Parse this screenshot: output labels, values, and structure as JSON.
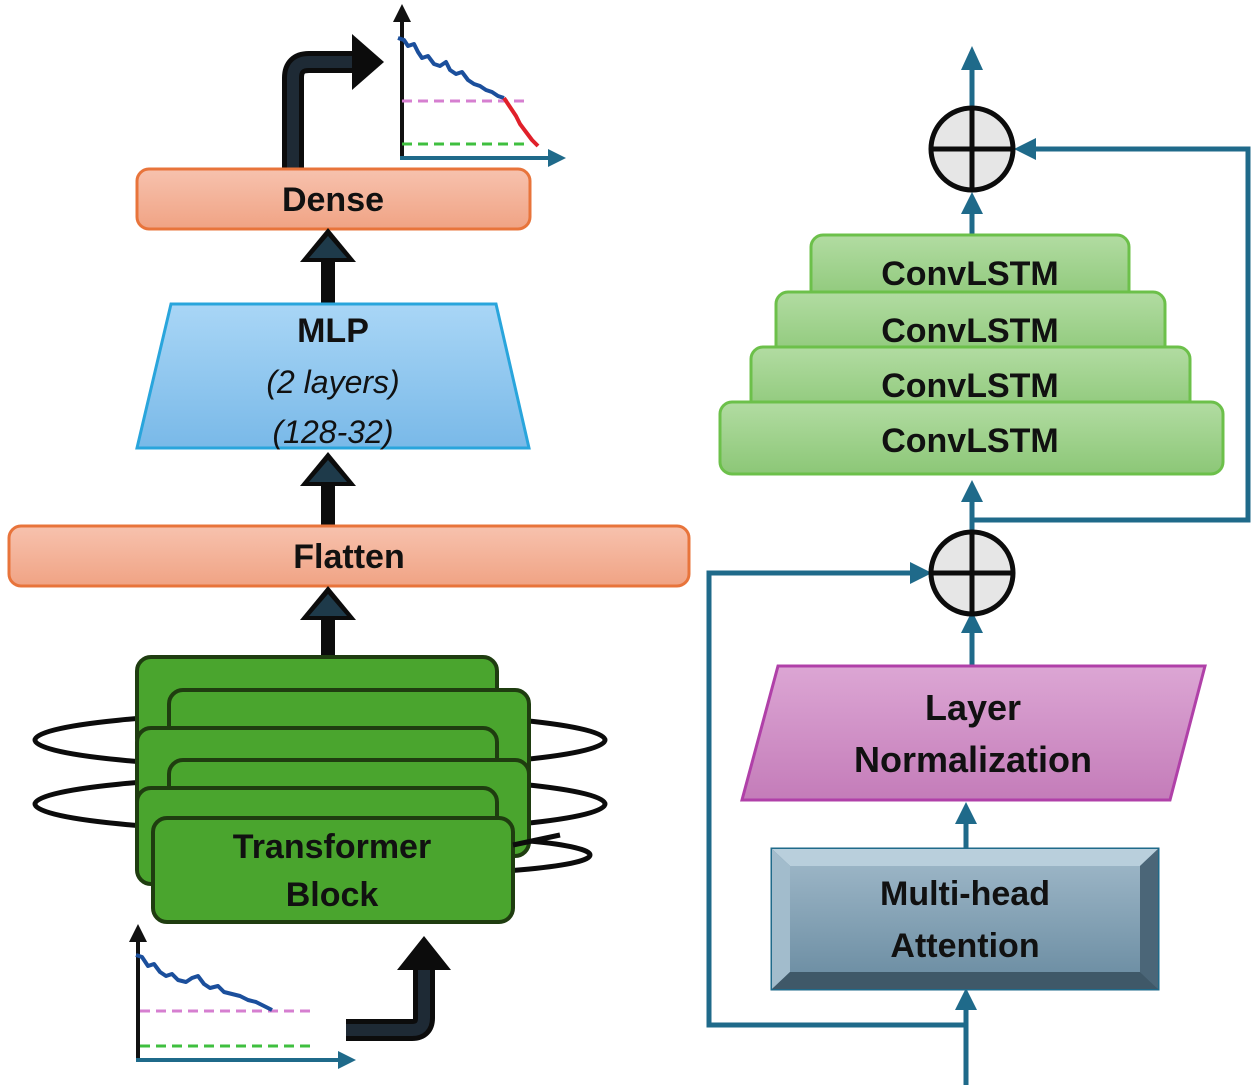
{
  "left_stack": {
    "dense_label": "Dense",
    "mlp": {
      "title": "MLP",
      "layers_note": "(2 layers)",
      "sizes_note": "(128-32)"
    },
    "flatten_label": "Flatten",
    "transformer_label_line1": "Transformer",
    "transformer_label_line2": "Block"
  },
  "right_stack": {
    "convlstm_labels": [
      "ConvLSTM",
      "ConvLSTM",
      "ConvLSTM",
      "ConvLSTM"
    ],
    "layer_norm_line1": "Layer",
    "layer_norm_line2": "Normalization",
    "attention_line1": "Multi-head",
    "attention_line2": "Attention"
  },
  "colors": {
    "orange_fill": "#f4b09a",
    "orange_stroke": "#e8743b",
    "blue_fill": "#8fc7ef",
    "blue_stroke": "#29a5dc",
    "dark_green_fill": "#4aa52e",
    "dark_green_stroke": "#1f3d10",
    "light_green_fill": "#9dd08a",
    "light_green_stroke": "#6cc04a",
    "magenta_fill": "#cf8ec4",
    "magenta_stroke": "#b040a8",
    "steel_fill": "#7f9fb2",
    "teal_line": "#1f6a8a",
    "plot_blue": "#1b4f9c",
    "plot_red": "#e0202a",
    "plot_pink": "#d67fd0",
    "plot_green": "#3fbf3f"
  }
}
